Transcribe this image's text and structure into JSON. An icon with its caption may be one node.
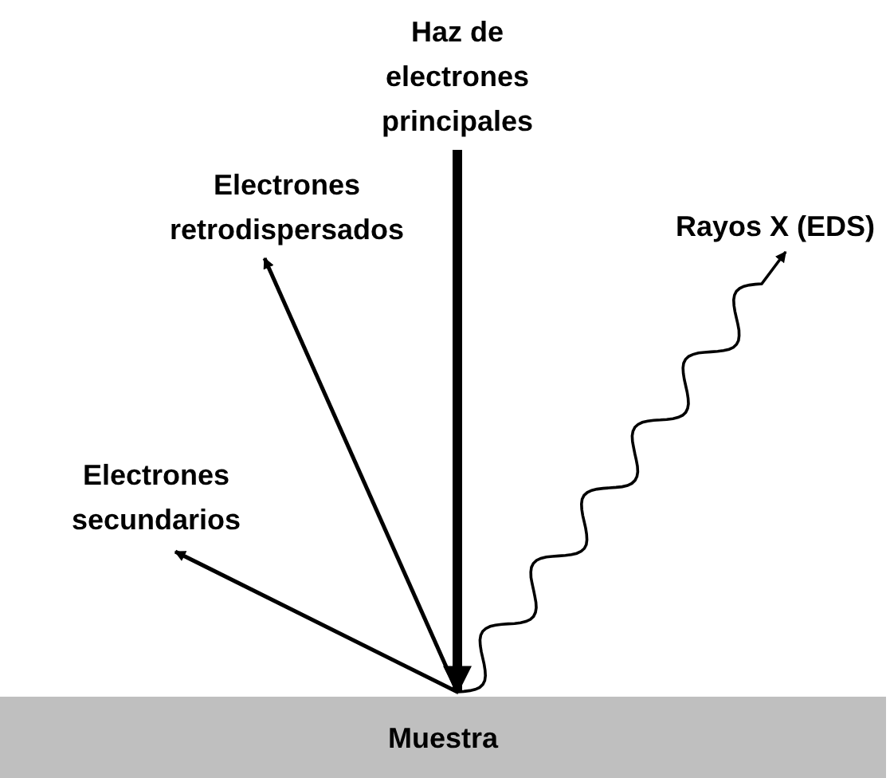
{
  "diagram": {
    "nodes": [
      {
        "text": [
          "Haz de electrones principales"
        ]
      },
      {
        "text": [
          "Electrones retrodispersados"
        ]
      },
      {
        "text": [
          "Electrones secundarios"
        ]
      },
      {
        "text": [
          "Rayos X (EDS)"
        ]
      },
      {
        "text": [
          "Muestra"
        ]
      }
    ],
    "edges": [
      {
        "from": 0,
        "to": 4,
        "arrow": "to",
        "style": "thick"
      },
      {
        "from": 4,
        "to": 1,
        "arrow": "to"
      },
      {
        "from": 4,
        "to": 2,
        "arrow": "to"
      },
      {
        "from": 4,
        "to": 3,
        "arrow": "to"
      }
    ]
  }
}
